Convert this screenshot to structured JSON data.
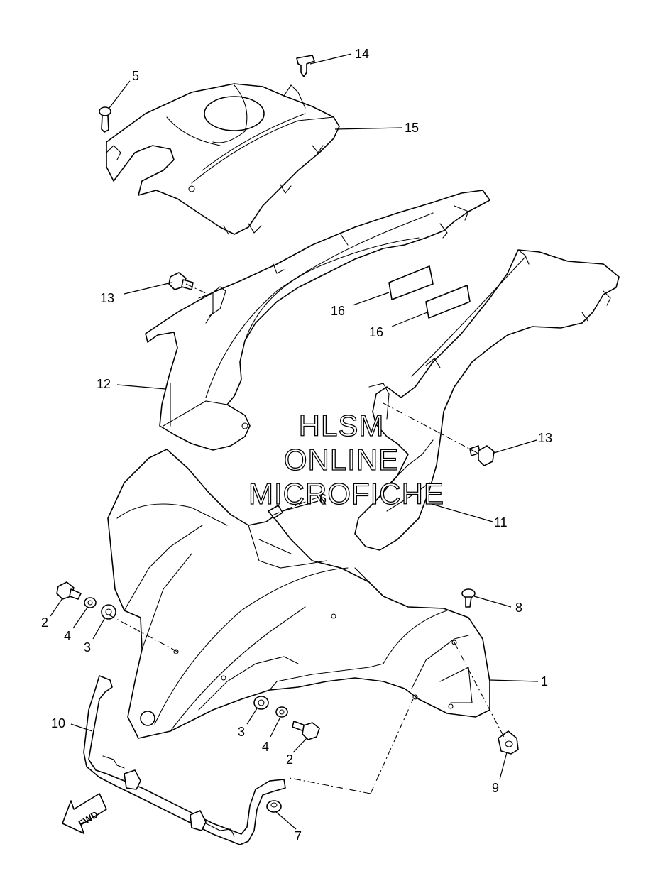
{
  "watermark": {
    "line1": "HLSM",
    "line2": "ONLINE",
    "line3": "MICROFICHE"
  },
  "direction_label": "FWD",
  "callouts": {
    "c1": "1",
    "c2a": "2",
    "c2b": "2",
    "c3a": "3",
    "c3b": "3",
    "c4a": "4",
    "c4b": "4",
    "c5": "5",
    "c6": "6",
    "c7": "7",
    "c8": "8",
    "c9": "9",
    "c10": "10",
    "c11": "11",
    "c12": "12",
    "c13a": "13",
    "c13b": "13",
    "c14": "14",
    "c15": "15",
    "c16a": "16",
    "c16b": "16"
  }
}
